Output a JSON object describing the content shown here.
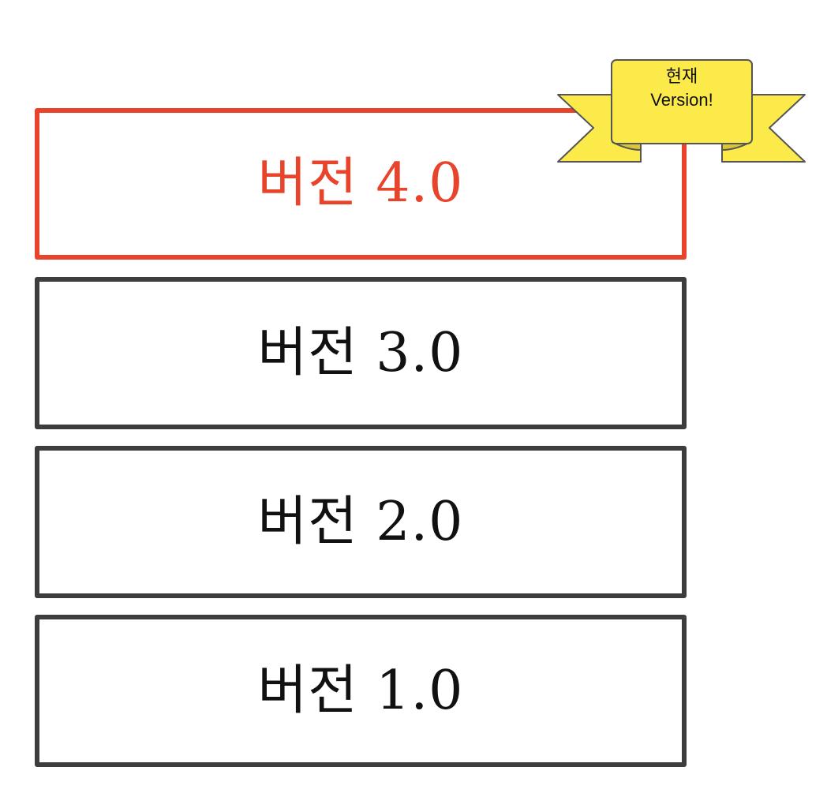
{
  "versions": [
    {
      "label": "버전 4.0",
      "current": true
    },
    {
      "label": "버전 3.0",
      "current": false
    },
    {
      "label": "버전 2.0",
      "current": false
    },
    {
      "label": "버전 1.0",
      "current": false
    }
  ],
  "badge": {
    "line1": "현재",
    "line2": "Version!"
  },
  "colors": {
    "current": "#e8432b",
    "default_border": "#3d3d3d",
    "ribbon_fill": "#fbea4a",
    "ribbon_shade": "#d8c63a"
  }
}
